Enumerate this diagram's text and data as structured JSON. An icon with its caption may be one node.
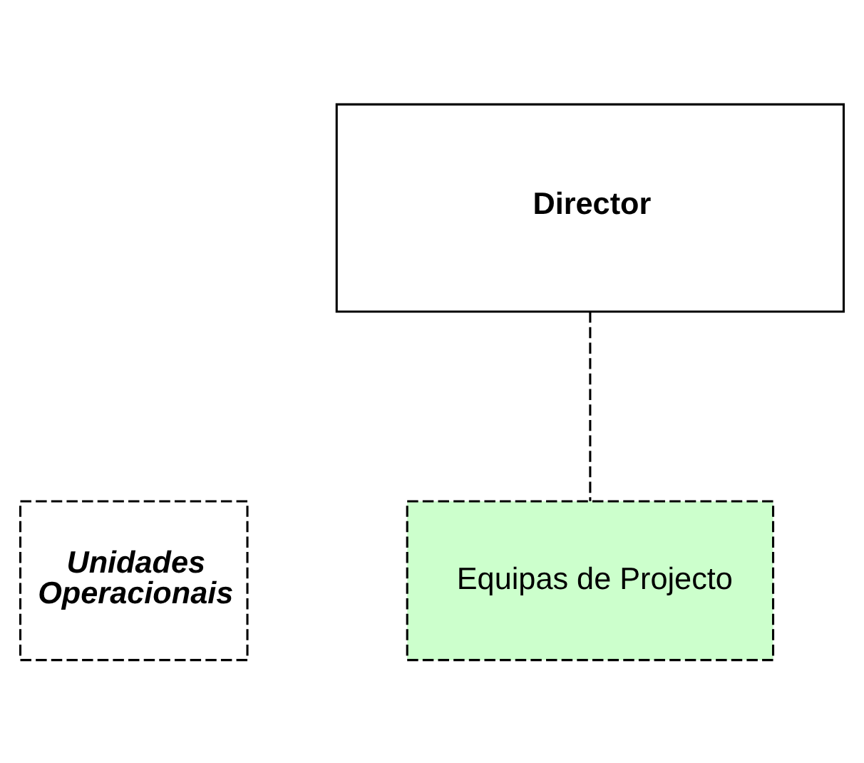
{
  "diagram": {
    "nodes": [
      {
        "text": [
          "Director"
        ]
      },
      {
        "text": [
          "Unidades Operacionais"
        ]
      },
      {
        "text": [
          "Equipas de Projecto"
        ]
      }
    ],
    "edges": [
      {
        "from": 0,
        "to": 2,
        "arrow": "none",
        "style": "dashed"
      }
    ]
  }
}
